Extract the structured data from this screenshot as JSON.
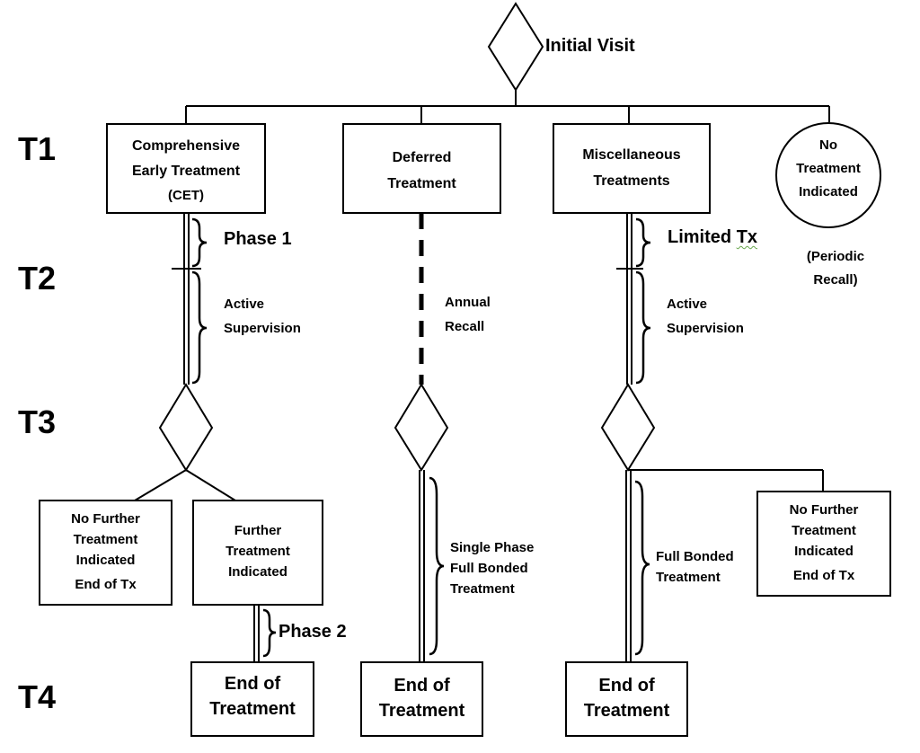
{
  "tiers": [
    "T1",
    "T2",
    "T3",
    "T4"
  ],
  "initial_visit": "Initial Visit",
  "t1": {
    "cet": [
      "Comprehensive",
      "Early Treatment",
      "(CET)"
    ],
    "deferred": [
      "Deferred",
      "Treatment"
    ],
    "misc": [
      "Miscellaneous",
      "Treatments"
    ],
    "no_treatment": [
      "No",
      "Treatment",
      "Indicated"
    ],
    "periodic_recall": [
      "(Periodic",
      "Recall)"
    ]
  },
  "left": {
    "phase1": "Phase 1",
    "supervision": [
      "Active",
      "Supervision"
    ],
    "no_further": [
      "No Further",
      "Treatment",
      "Indicated",
      "End of Tx"
    ],
    "further": [
      "Further",
      "Treatment",
      "Indicated"
    ],
    "phase2": "Phase 2"
  },
  "middle": {
    "annual_recall": [
      "Annual",
      "Recall"
    ],
    "single_phase": [
      "Single Phase",
      "Full Bonded",
      "Treatment"
    ]
  },
  "right": {
    "limited_tx_word": "Limited",
    "limited_tx_abbr": "Tx",
    "supervision": [
      "Active",
      "Supervision"
    ],
    "full_bonded": [
      "Full Bonded",
      "Treatment"
    ],
    "no_further": [
      "No Further",
      "Treatment",
      "Indicated",
      "End of Tx"
    ]
  },
  "end_of_treatment": [
    "End of",
    "Treatment"
  ]
}
